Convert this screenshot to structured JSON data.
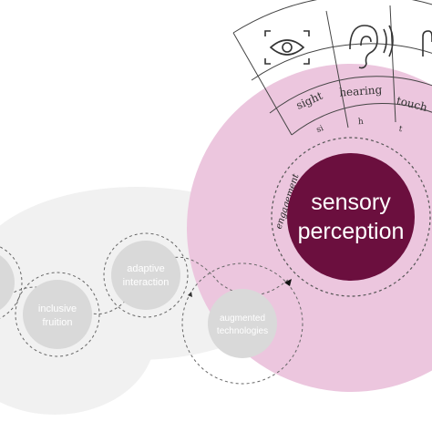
{
  "center": {
    "title_line1": "sensory",
    "title_line2": "perception"
  },
  "ring_label": "engagement",
  "senses": [
    {
      "label": "sight",
      "abbr": "si",
      "icon": "eye-icon"
    },
    {
      "label": "hearing",
      "abbr": "h",
      "icon": "ear-icon"
    },
    {
      "label": "touch",
      "abbr": "t",
      "icon": "hand-icon"
    }
  ],
  "nodes": [
    {
      "line1": "adaptive",
      "line2": "interaction"
    },
    {
      "line1": "inclusive",
      "line2": "fruition"
    },
    {
      "line1": "augmented",
      "line2": "technologies"
    }
  ],
  "colors": {
    "outer_circle": "#ecc6de",
    "center_circle": "#6b0f3e",
    "node_fill": "#d9d9d9",
    "node_text": "#ffffff",
    "sector_line": "#444444",
    "dash_line": "#555555"
  }
}
